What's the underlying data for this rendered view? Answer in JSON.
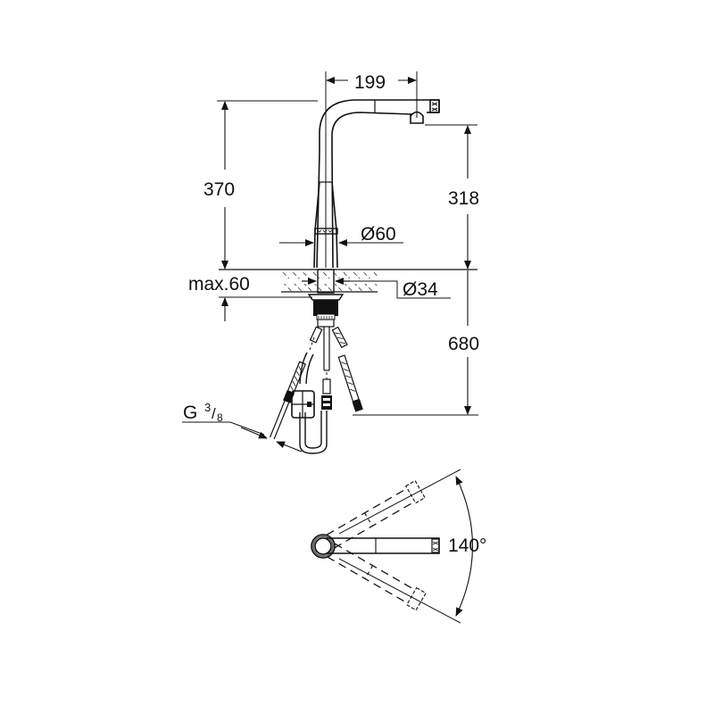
{
  "drawing": {
    "subject": "kitchen faucet with pull-out spout",
    "dimensions": {
      "spout_reach": "199",
      "total_height": "370",
      "spout_height": "318",
      "base_diameter": "Ø60",
      "deck_thickness": "max.60",
      "hole_diameter": "Ø34",
      "hose_length": "680",
      "connection_thread_base": "G",
      "connection_thread_num": "3",
      "connection_thread_den": "8",
      "swivel_angle": "140°"
    }
  }
}
